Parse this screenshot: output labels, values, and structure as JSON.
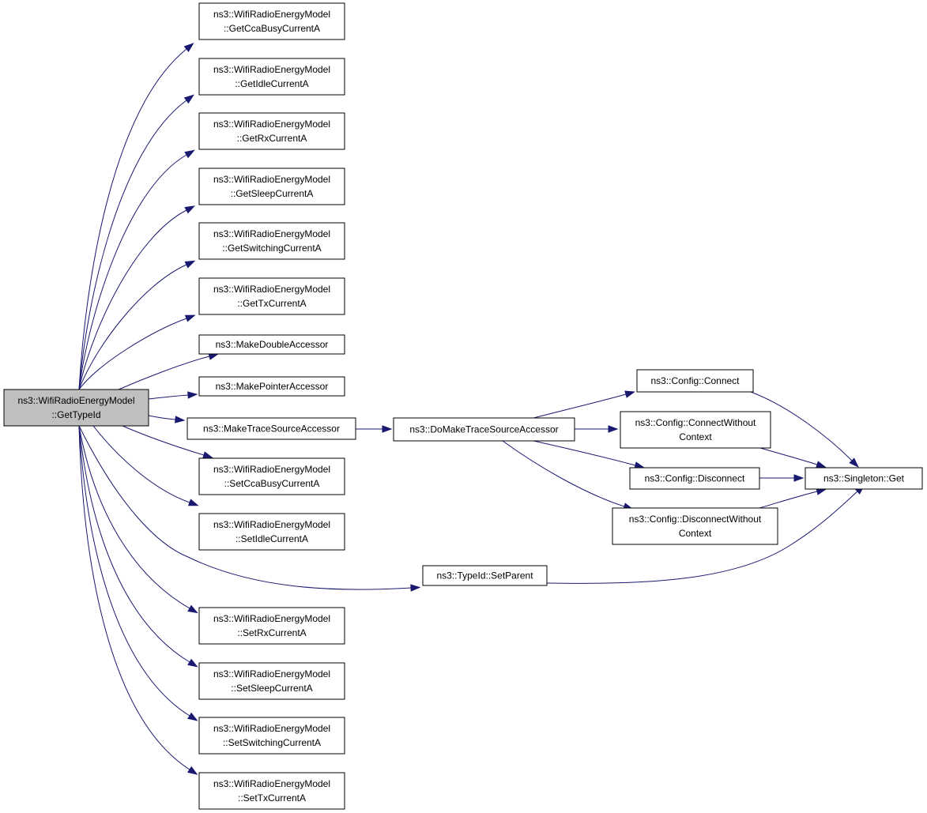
{
  "colors": {
    "edge": "#191970",
    "node_fill": "#ffffff",
    "root_fill": "#bfbfbf",
    "border": "#000000"
  },
  "nodes": {
    "root": [
      "ns3::WifiRadioEnergyModel",
      "::GetTypeId"
    ],
    "getCcaBusy": [
      "ns3::WifiRadioEnergyModel",
      "::GetCcaBusyCurrentA"
    ],
    "getIdle": [
      "ns3::WifiRadioEnergyModel",
      "::GetIdleCurrentA"
    ],
    "getRx": [
      "ns3::WifiRadioEnergyModel",
      "::GetRxCurrentA"
    ],
    "getSleep": [
      "ns3::WifiRadioEnergyModel",
      "::GetSleepCurrentA"
    ],
    "getSwitching": [
      "ns3::WifiRadioEnergyModel",
      "::GetSwitchingCurrentA"
    ],
    "getTx": [
      "ns3::WifiRadioEnergyModel",
      "::GetTxCurrentA"
    ],
    "makeDouble": [
      "ns3::MakeDoubleAccessor"
    ],
    "makePointer": [
      "ns3::MakePointerAccessor"
    ],
    "makeTrace": [
      "ns3::MakeTraceSourceAccessor"
    ],
    "setCcaBusy": [
      "ns3::WifiRadioEnergyModel",
      "::SetCcaBusyCurrentA"
    ],
    "setIdle": [
      "ns3::WifiRadioEnergyModel",
      "::SetIdleCurrentA"
    ],
    "setRx": [
      "ns3::WifiRadioEnergyModel",
      "::SetRxCurrentA"
    ],
    "setSleep": [
      "ns3::WifiRadioEnergyModel",
      "::SetSleepCurrentA"
    ],
    "setSwitching": [
      "ns3::WifiRadioEnergyModel",
      "::SetSwitchingCurrentA"
    ],
    "setTx": [
      "ns3::WifiRadioEnergyModel",
      "::SetTxCurrentA"
    ],
    "doMakeTrace": [
      "ns3::DoMakeTraceSourceAccessor"
    ],
    "setParent": [
      "ns3::TypeId::SetParent"
    ],
    "connect": [
      "ns3::Config::Connect"
    ],
    "connectWithout": [
      "ns3::Config::ConnectWithout",
      "Context"
    ],
    "disconnect": [
      "ns3::Config::Disconnect"
    ],
    "disconnectWithout": [
      "ns3::Config::DisconnectWithout",
      "Context"
    ],
    "singletonGet": [
      "ns3::Singleton::Get"
    ]
  },
  "edges": [
    [
      "root",
      "getCcaBusy"
    ],
    [
      "root",
      "getIdle"
    ],
    [
      "root",
      "getRx"
    ],
    [
      "root",
      "getSleep"
    ],
    [
      "root",
      "getSwitching"
    ],
    [
      "root",
      "getTx"
    ],
    [
      "root",
      "makeDouble"
    ],
    [
      "root",
      "makePointer"
    ],
    [
      "root",
      "makeTrace"
    ],
    [
      "root",
      "setCcaBusy"
    ],
    [
      "root",
      "setIdle"
    ],
    [
      "root",
      "setParent"
    ],
    [
      "root",
      "setRx"
    ],
    [
      "root",
      "setSleep"
    ],
    [
      "root",
      "setSwitching"
    ],
    [
      "root",
      "setTx"
    ],
    [
      "makeTrace",
      "doMakeTrace"
    ],
    [
      "doMakeTrace",
      "connect"
    ],
    [
      "doMakeTrace",
      "connectWithout"
    ],
    [
      "doMakeTrace",
      "disconnect"
    ],
    [
      "doMakeTrace",
      "disconnectWithout"
    ],
    [
      "connect",
      "singletonGet"
    ],
    [
      "connectWithout",
      "singletonGet"
    ],
    [
      "disconnect",
      "singletonGet"
    ],
    [
      "disconnectWithout",
      "singletonGet"
    ],
    [
      "setParent",
      "singletonGet"
    ]
  ]
}
